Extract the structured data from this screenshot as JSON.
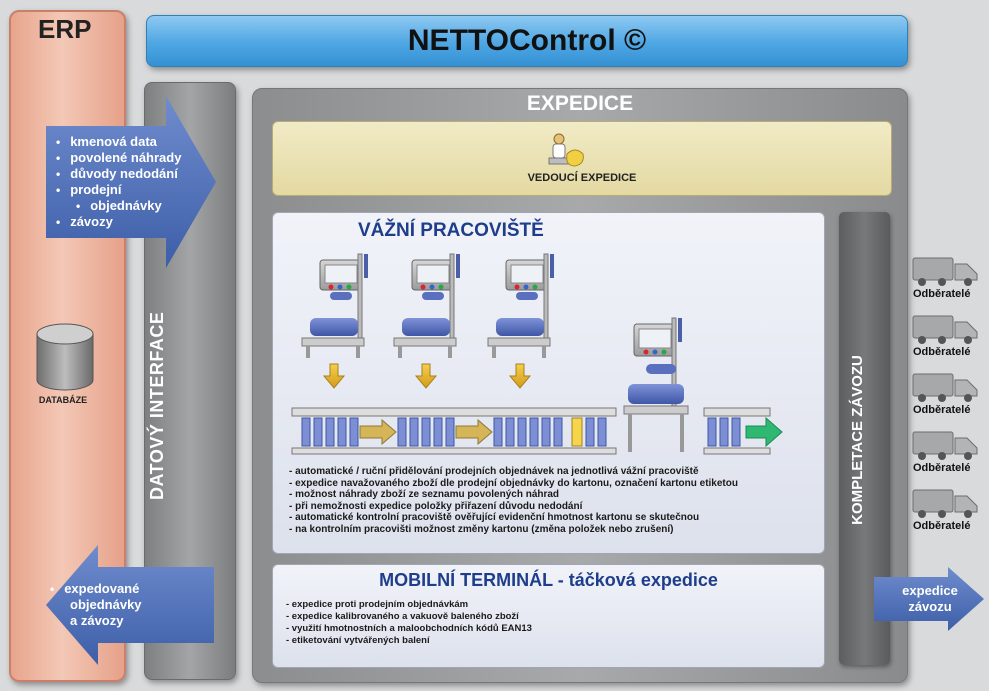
{
  "header": {
    "title": "NETTOControl ©"
  },
  "erp": {
    "title": "ERP",
    "database_label": "DATABÁZE",
    "inbound_items": [
      "kmenová data",
      "povolené náhrady",
      "důvody nedodání",
      "prodejní",
      "objednávky",
      "závozy"
    ],
    "outbound_lines": [
      "expedované",
      "objednávky",
      "a závozy"
    ]
  },
  "datovy_interface": {
    "label": "DATOVÝ INTERFACE"
  },
  "expedice": {
    "title": "EXPEDICE",
    "vedouci_label": "VEDOUCÍ EXPEDICE",
    "vazni": {
      "title": "VÁŽNÍ PRACOVIŠTĚ",
      "notes": [
        "- automatické / ruční přidělování prodejních objednávek na jednotlivá vážní pracoviště",
        "- expedice navažovaného zboží dle prodejní objednávky do kartonu, označení kartonu etiketou",
        "- možnost náhrady zboží ze seznamu povolených náhrad",
        "- při nemožnosti expedice položky přiřazení důvodu nedodání",
        "- automatické kontrolní pracoviště ověřující evidenční hmotnost kartonu se skutečnou",
        "- na kontrolním pracovišti možnost změny kartonu (změna položek nebo zrušení)"
      ]
    },
    "mobil": {
      "title": "MOBILNÍ TERMINÁL - táčková expedice",
      "notes": [
        "- expedice proti prodejním objednávkám",
        "- expedice kalibrovaného a vakuově baleného zboží",
        "- využití hmotnostních a maloobchodních kódů EAN13",
        "- etiketování vytvářených balení"
      ]
    }
  },
  "kompletace": {
    "label": "KOMPLETACE ZÁVOZU"
  },
  "odberatele": [
    "Odběratelé",
    "Odběratelé",
    "Odběratelé",
    "Odběratelé",
    "Odběratelé"
  ],
  "expedice_zavozu": {
    "lines": [
      "expedice",
      "závozu"
    ]
  },
  "colors": {
    "erp": "#e8a48c",
    "header": "#4ea6e3",
    "arrow": "#4a6bb5",
    "title_blue": "#1e3d8a",
    "accent_yellow": "#e3b52a",
    "green_arrow": "#2eb872"
  }
}
